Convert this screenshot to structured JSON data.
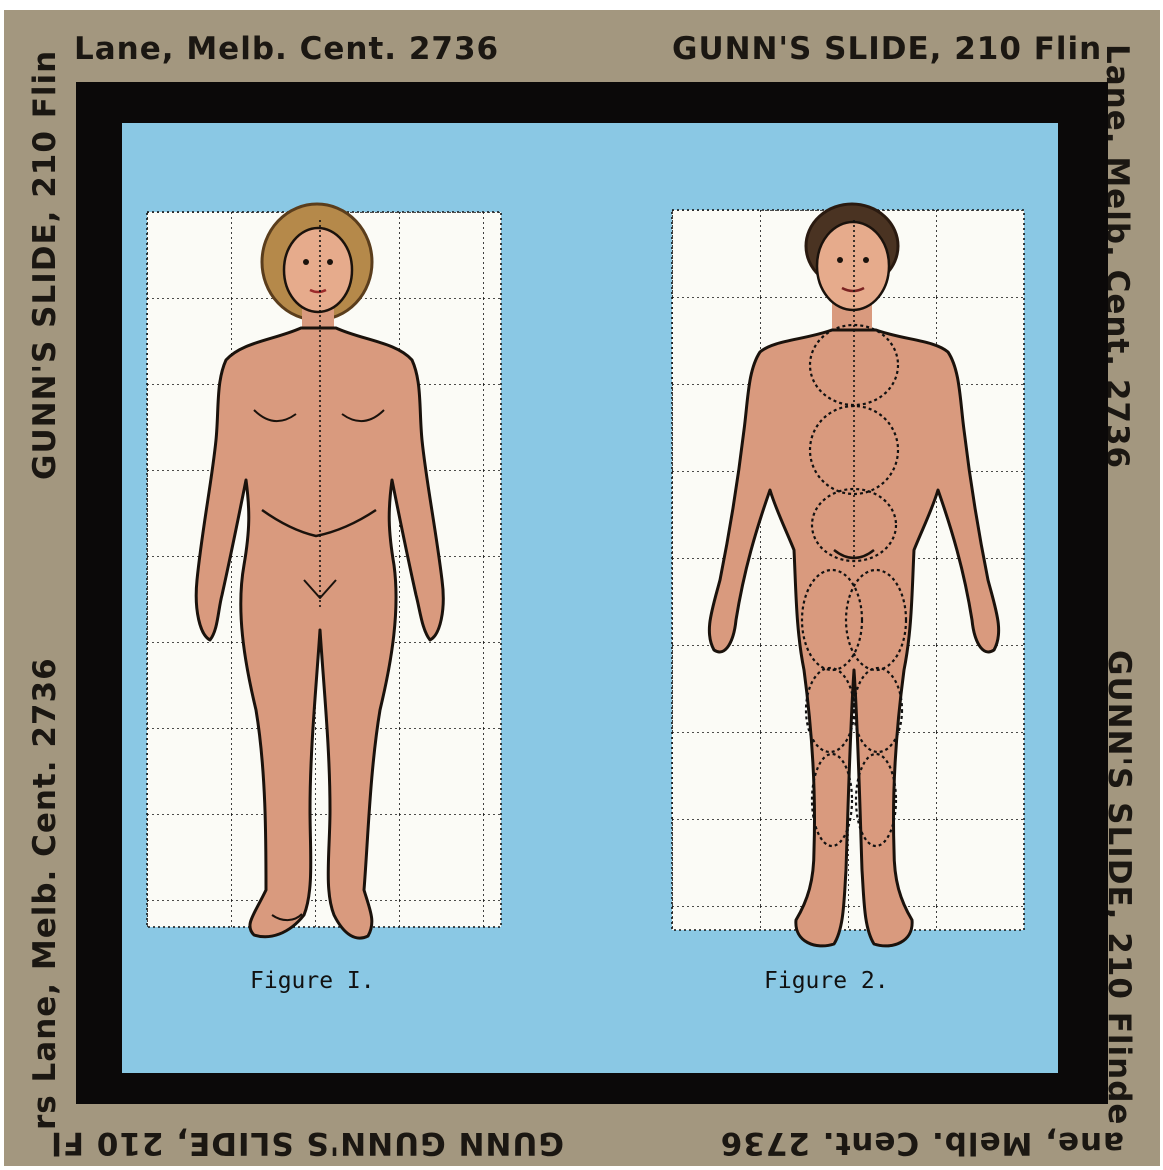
{
  "slide": {
    "border_text": {
      "top_left": "Lane, Melb.  Cent. 2736",
      "top_right": "GUNN'S SLIDE, 210 Flin",
      "right_upper": "Lane, Melb.  Cent. 2736",
      "right_lower": "GUNN'S SLIDE, 210 Flinde",
      "bottom_left": "GUNN GUNN'S SLIDE, 210 Fl",
      "bottom_right": "ane, Melb.  Cent. 2736",
      "left_upper": "GUNN'S SLIDE, 210 Flin",
      "left_lower": "rs Lane, Melb.  Cent. 2736"
    },
    "figures": [
      {
        "label": "Figure I."
      },
      {
        "label": "Figure 2."
      }
    ],
    "colors": {
      "card": "#a3977f",
      "mask": "#0b0909",
      "background": "#8ac8e4",
      "grid_paper": "#ffffff",
      "skin": "#d99a7e",
      "hair": "#b5894a"
    }
  }
}
